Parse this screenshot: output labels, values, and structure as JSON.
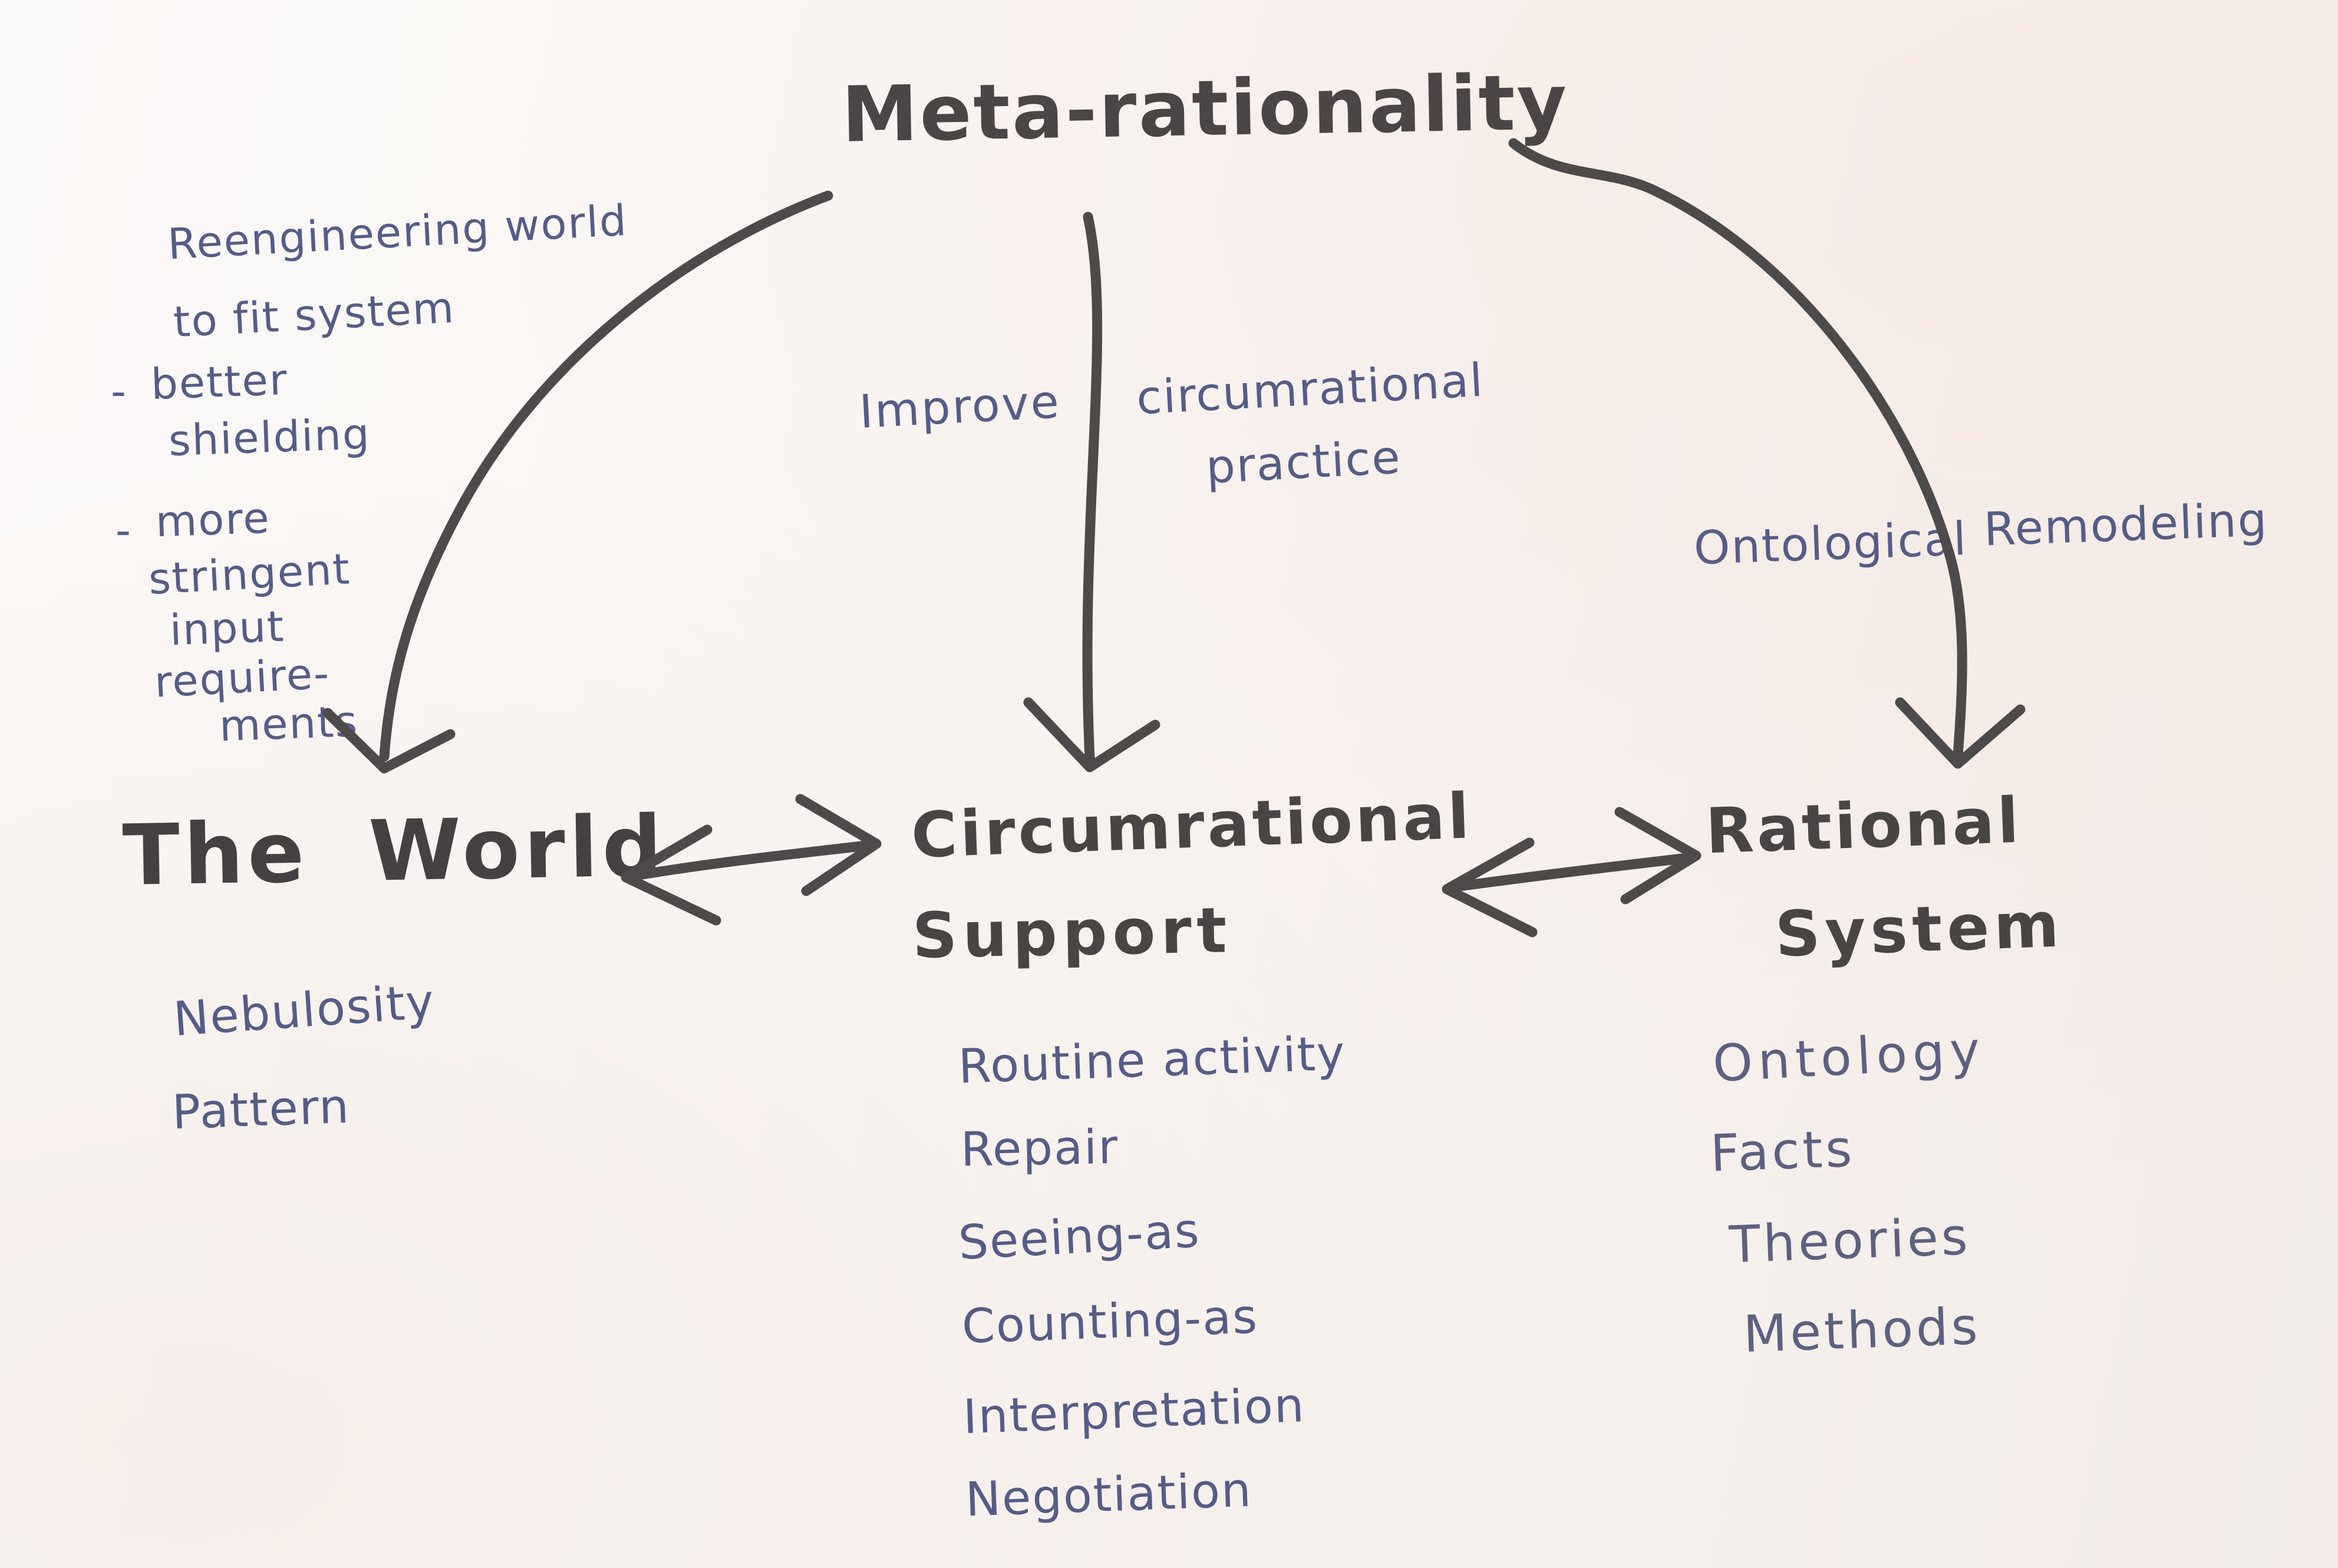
{
  "colors": {
    "paper": "#f8f5f1",
    "marker": "#4f4a4a",
    "ink_blue": "#545c87",
    "ink_slate": "#5d6080"
  },
  "diagram": {
    "title": "Meta-rationality",
    "nodes": [
      {
        "label": "The World",
        "items": [
          "Nebulosity",
          "Pattern"
        ]
      },
      {
        "label_line1": "Circumrational",
        "label_line2": "Support",
        "items": [
          "Routine activity",
          "Repair",
          "Seeing-as",
          "Counting-as",
          "Interpretation",
          "Negotiation"
        ]
      },
      {
        "label_line1": "Rational",
        "label_line2": "System",
        "items": [
          "Ontology",
          "Facts",
          "Theories",
          "Methods"
        ]
      }
    ],
    "edges": {
      "meta_to_world": {
        "label_line1": "Reengineering world",
        "label_line2": "to fit system",
        "bullet1": {
          "dash": "-",
          "line1": "better",
          "line2": "shielding"
        },
        "bullet2": {
          "dash": "-",
          "line1": "more",
          "line2": "stringent",
          "line3": "input",
          "line4": "require-",
          "line5": "ments"
        }
      },
      "meta_to_support": {
        "left_label": "Improve",
        "right_line1": "circumrational",
        "right_line2": "practice"
      },
      "meta_to_rational": {
        "word1": "Ontological",
        "word2": "Remodeling"
      },
      "world_support": {
        "type": "double-headed"
      },
      "support_rational": {
        "type": "double-headed"
      }
    }
  }
}
